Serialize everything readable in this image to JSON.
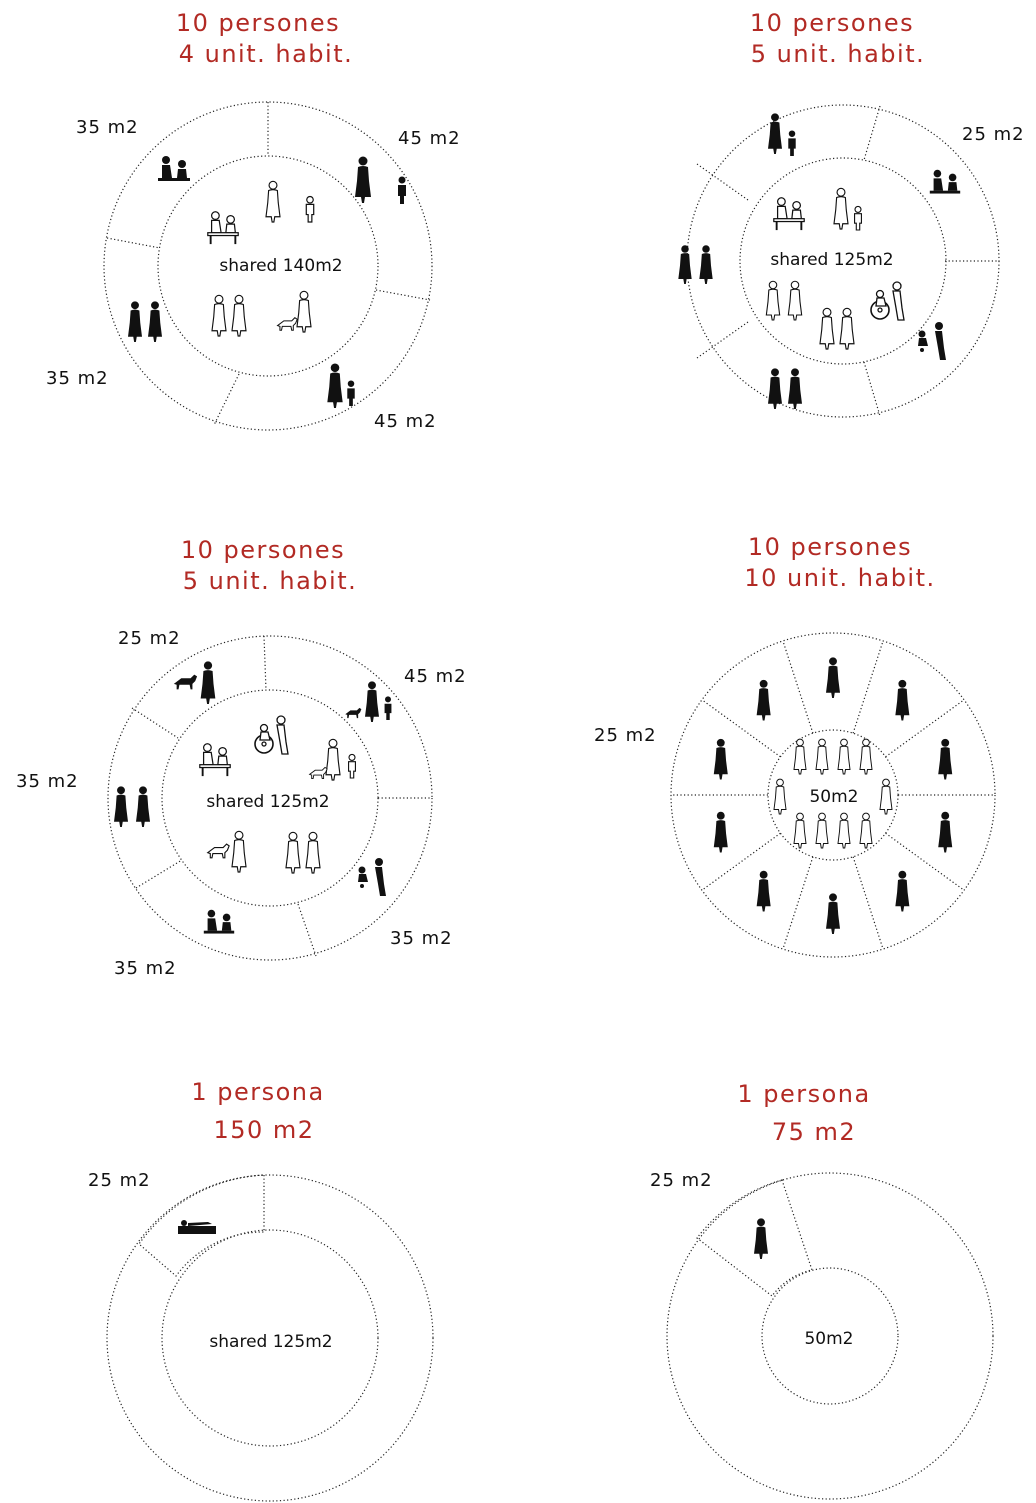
{
  "colors": {
    "title": "#b22a24",
    "text": "#111111",
    "line": "#222222"
  },
  "diagrams": [
    {
      "title_line1": "10 persones",
      "title_line2": "4 unit. habit.",
      "center_label": "shared 140m2",
      "units": [
        "35 m2",
        "45 m2",
        "35 m2",
        "45 m2"
      ]
    },
    {
      "title_line1": "10 persones",
      "title_line2": "5 unit. habit.",
      "center_label": "shared 125m2",
      "units": [
        "25 m2"
      ]
    },
    {
      "title_line1": "10 persones",
      "title_line2": "5 unit. habit.",
      "center_label": "shared 125m2",
      "units": [
        "25 m2",
        "45 m2",
        "35 m2",
        "35 m2",
        "35 m2"
      ]
    },
    {
      "title_line1": "10 persones",
      "title_line2": "10 unit. habit.",
      "center_label": "50m2",
      "units": [
        "25 m2"
      ]
    },
    {
      "title_line1": "1 persona",
      "title_line2": "150 m2",
      "center_label": "shared 125m2",
      "units": [
        "25 m2"
      ]
    },
    {
      "title_line1": "1 persona",
      "title_line2": "75 m2",
      "center_label": "50m2",
      "units": [
        "25 m2"
      ]
    }
  ],
  "icons": [
    "person-silhouette-icon",
    "wheelchair-icon",
    "stroller-icon",
    "dog-icon",
    "table-icon"
  ]
}
